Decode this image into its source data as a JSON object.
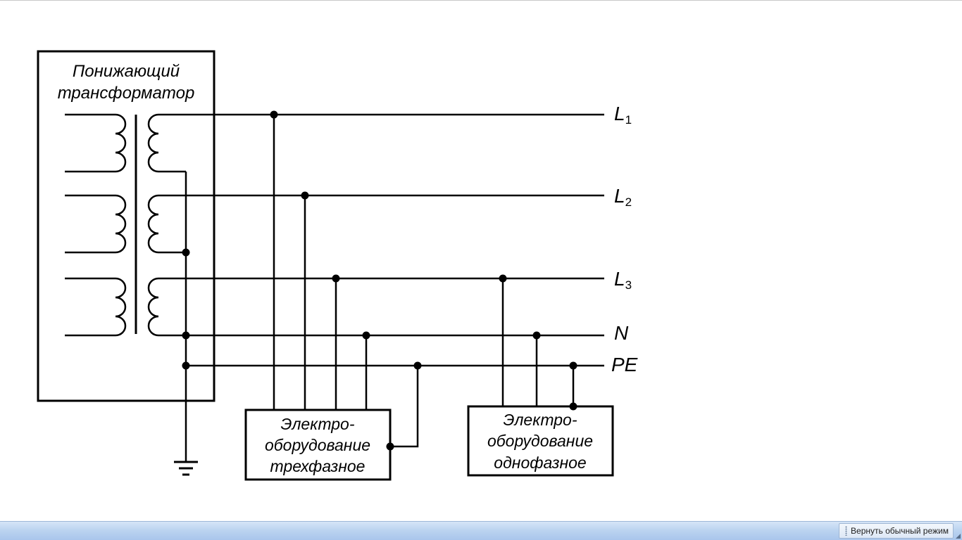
{
  "diagram": {
    "transformer_label_line1": "Понижающий",
    "transformer_label_line2": "трансформатор",
    "line_L1": {
      "main": "L",
      "sub": "1"
    },
    "line_L2": {
      "main": "L",
      "sub": "2"
    },
    "line_L3": {
      "main": "L",
      "sub": "3"
    },
    "line_N": "N",
    "line_PE": "PE",
    "equipment_3phase": [
      "Электро-",
      "оборудование",
      "трехфазное"
    ],
    "equipment_1phase": [
      "Электро-",
      "оборудование",
      "однофазное"
    ]
  },
  "statusbar": {
    "restore_label": "Вернуть обычный режим"
  }
}
